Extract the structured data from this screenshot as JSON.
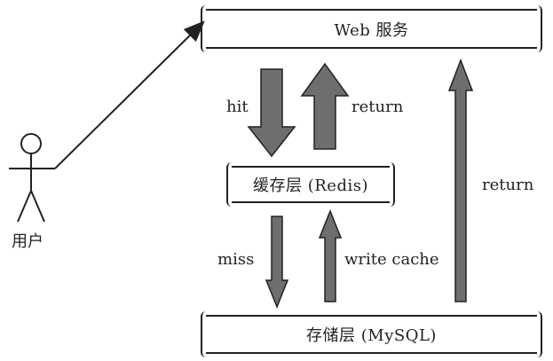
{
  "nodes": {
    "web": "Web 服务",
    "cache": "缓存层 (Redis)",
    "storage": "存储层 (MySQL)"
  },
  "actor": {
    "label": "用户"
  },
  "edges": {
    "hit": "hit",
    "return_cache": "return",
    "return_storage": "return",
    "miss": "miss",
    "write_cache": "write cache"
  },
  "colors": {
    "arrow_fill": "#6e6e6e",
    "arrow_stroke": "#222222",
    "line": "#222222"
  }
}
